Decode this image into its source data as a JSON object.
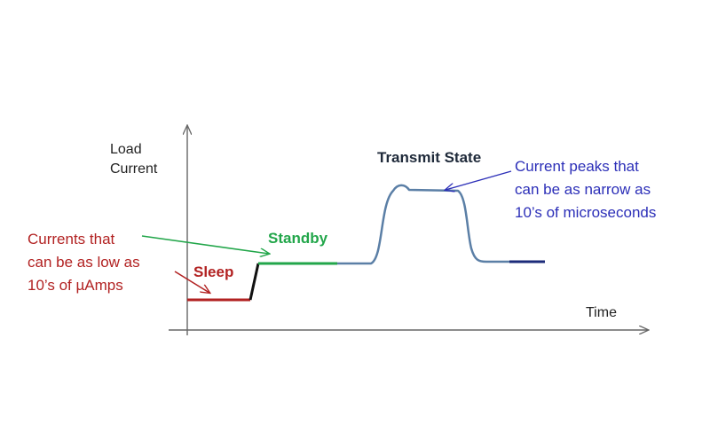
{
  "axes": {
    "y_label_line1": "Load",
    "y_label_line2": "Current",
    "x_label": "Time"
  },
  "states": {
    "sleep": "Sleep",
    "standby": "Standby",
    "transmit": "Transmit State"
  },
  "notes": {
    "low_current": [
      "Currents that",
      "can be as low as",
      "10’s of µAmps"
    ],
    "peaks": [
      "Current peaks that",
      "can be as narrow as",
      "10’s of microseconds"
    ]
  },
  "colors": {
    "sleep": "#b22222",
    "standby": "#22a64a",
    "transmit_trace": "#5b7fa6",
    "transmit_label": "#1f2a3a",
    "peaks_note": "#2c2fb8",
    "axis": "#666666",
    "step": "#111111",
    "tail": "#1c2b7a"
  }
}
